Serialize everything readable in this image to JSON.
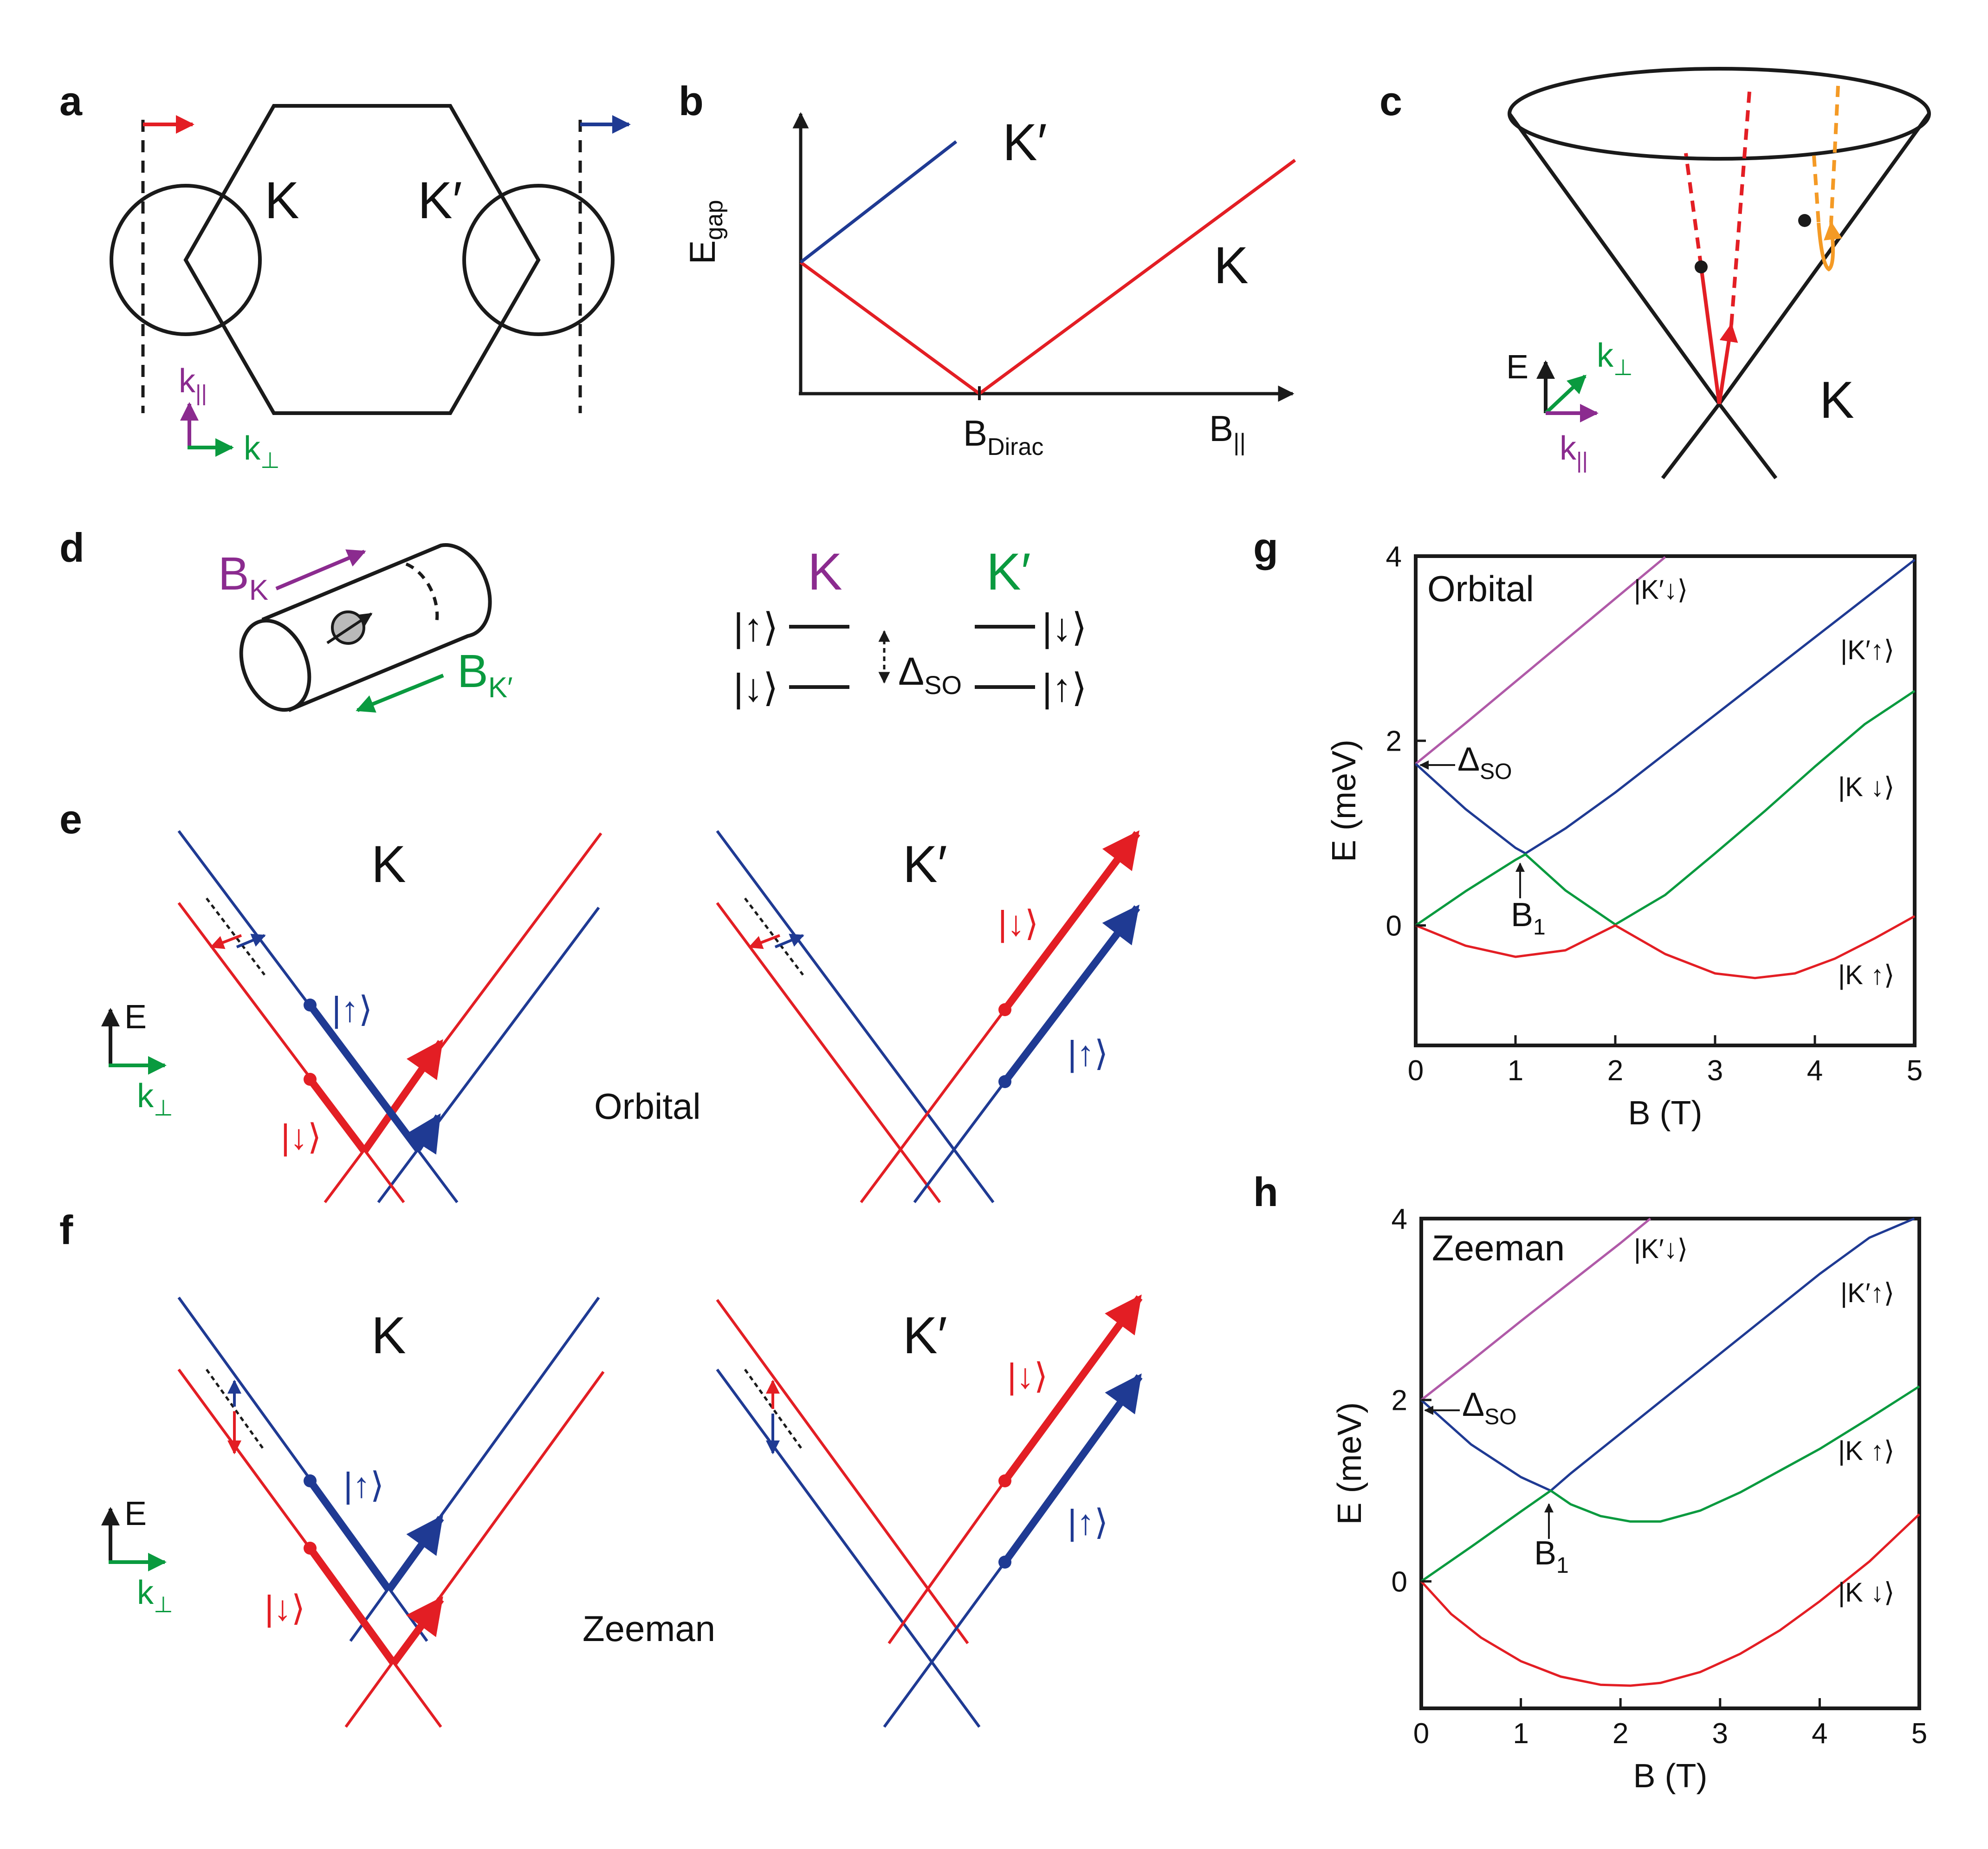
{
  "colors": {
    "red": "#e31e24",
    "blue": "#1f3a93",
    "green": "#0a9a3f",
    "purple": "#8b2b8f",
    "magenta": "#b05aa8",
    "orange": "#f49a25",
    "black": "#1a1a1a"
  },
  "panel_labels": {
    "a": "a",
    "b": "b",
    "c": "c",
    "d": "d",
    "e": "e",
    "f": "f",
    "g": "g",
    "h": "h"
  },
  "panel_a": {
    "valley_K": "K",
    "valley_Kp": "K′",
    "axis_par": {
      "base": "k",
      "sub": "||"
    },
    "axis_perp": {
      "base": "k",
      "sub": "⊥"
    }
  },
  "panel_b": {
    "ylabel": {
      "base": "E",
      "sub": "gap"
    },
    "xlabel": {
      "base": "B",
      "sub": "||"
    },
    "dirac": {
      "base": "B",
      "sub": "Dirac"
    },
    "line_Kp": "K′",
    "line_K": "K"
  },
  "panel_c": {
    "valley": "K",
    "axis_E": "E",
    "axis_perp": {
      "base": "k",
      "sub": "⊥"
    },
    "axis_par": {
      "base": "k",
      "sub": "||"
    }
  },
  "panel_d": {
    "BK": {
      "base": "B",
      "sub": "K"
    },
    "BKp": {
      "base": "B",
      "sub": "K′"
    },
    "valley_K": "K",
    "valley_Kp": "K′",
    "K_up": "|↑⟩",
    "K_down": "|↓⟩",
    "Kp_down": "|↓⟩",
    "Kp_up": "|↑⟩",
    "gap": {
      "base": "Δ",
      "sub": "SO"
    }
  },
  "panel_e": {
    "valley_K": "K",
    "valley_Kp": "K′",
    "mode": "Orbital",
    "K_up": "|↑⟩",
    "K_down": "|↓⟩",
    "Kp_down": "|↓⟩",
    "Kp_up": "|↑⟩",
    "axis_E": "E",
    "axis_perp": {
      "base": "k",
      "sub": "⊥"
    }
  },
  "panel_f": {
    "valley_K": "K",
    "valley_Kp": "K′",
    "mode": "Zeeman",
    "K_up": "|↑⟩",
    "K_down": "|↓⟩",
    "Kp_down": "|↓⟩",
    "Kp_up": "|↑⟩",
    "axis_E": "E",
    "axis_perp": {
      "base": "k",
      "sub": "⊥"
    }
  },
  "chart_data": [
    {
      "panel": "g",
      "type": "line",
      "title": "Orbital",
      "xlabel": "B (T)",
      "ylabel": "E (meV)",
      "xlim": [
        0,
        5
      ],
      "ylim": [
        -1.3,
        4
      ],
      "xticks": [
        "0",
        "1",
        "2",
        "3",
        "4",
        "5"
      ],
      "yticks": [
        "0",
        "2",
        "4"
      ],
      "annotations": {
        "delta": {
          "base": "Δ",
          "sub": "SO"
        },
        "b1": {
          "base": "B",
          "sub": "1"
        }
      },
      "series": [
        {
          "name": "|K′↓⟩",
          "color": "#b05aa8",
          "x": [
            0,
            0.5,
            1,
            1.5,
            2,
            2.5
          ],
          "y": [
            1.75,
            2.19,
            2.64,
            3.09,
            3.54,
            3.99
          ]
        },
        {
          "name": "|K′↑⟩",
          "color": "#1f3a93",
          "x": [
            0,
            0.5,
            1,
            1.1,
            1.5,
            2,
            2.5,
            3,
            3.5,
            4,
            4.5,
            5
          ],
          "y": [
            1.75,
            1.26,
            0.84,
            0.78,
            1.05,
            1.44,
            1.86,
            2.28,
            2.7,
            3.12,
            3.54,
            3.96
          ]
        },
        {
          "name": "|K ↓⟩",
          "color": "#0a9a3f",
          "x": [
            0,
            0.5,
            1,
            1.1,
            1.5,
            2,
            2.5,
            3,
            3.5,
            4,
            4.5,
            5
          ],
          "y": [
            0,
            0.37,
            0.71,
            0.77,
            0.38,
            0.01,
            0.33,
            0.78,
            1.24,
            1.72,
            2.18,
            2.54
          ]
        },
        {
          "name": "|K ↑⟩",
          "color": "#e31e24",
          "x": [
            0,
            0.5,
            1,
            1.5,
            2,
            2.5,
            3,
            3.4,
            3.8,
            4.2,
            4.6,
            5
          ],
          "y": [
            0,
            -0.22,
            -0.34,
            -0.27,
            0,
            -0.31,
            -0.52,
            -0.57,
            -0.52,
            -0.36,
            -0.14,
            0.1
          ]
        }
      ]
    },
    {
      "panel": "h",
      "type": "line",
      "title": "Zeeman",
      "xlabel": "B (T)",
      "ylabel": "E (meV)",
      "xlim": [
        0,
        5
      ],
      "ylim": [
        -1.4,
        4
      ],
      "xticks": [
        "0",
        "1",
        "2",
        "3",
        "4",
        "5"
      ],
      "yticks": [
        "0",
        "2",
        "4"
      ],
      "annotations": {
        "delta": {
          "base": "Δ",
          "sub": "SO"
        },
        "b1": {
          "base": "B",
          "sub": "1"
        }
      },
      "series": [
        {
          "name": "|K′↓⟩",
          "color": "#b05aa8",
          "x": [
            0,
            0.5,
            1,
            1.5,
            2,
            2.3
          ],
          "y": [
            2,
            2.43,
            2.87,
            3.3,
            3.73,
            4.0
          ]
        },
        {
          "name": "|K′↑⟩",
          "color": "#1f3a93",
          "x": [
            0,
            0.5,
            1,
            1.3,
            1.5,
            2,
            2.5,
            3,
            3.5,
            4,
            4.5,
            4.95
          ],
          "y": [
            2,
            1.51,
            1.15,
            1.0,
            1.19,
            1.63,
            2.07,
            2.51,
            2.95,
            3.39,
            3.79,
            4.0
          ]
        },
        {
          "name": "|K ↑⟩",
          "color": "#0a9a3f",
          "x": [
            0,
            0.5,
            1,
            1.3,
            1.5,
            1.8,
            2.1,
            2.4,
            2.8,
            3.2,
            3.6,
            4,
            4.5,
            5
          ],
          "y": [
            0,
            0.38,
            0.77,
            1.0,
            0.85,
            0.72,
            0.66,
            0.66,
            0.78,
            0.98,
            1.22,
            1.46,
            1.8,
            2.15
          ]
        },
        {
          "name": "|K ↓⟩",
          "color": "#e31e24",
          "x": [
            0,
            0.3,
            0.6,
            1,
            1.4,
            1.8,
            2.1,
            2.4,
            2.8,
            3.2,
            3.6,
            4,
            4.5,
            5
          ],
          "y": [
            0,
            -0.36,
            -0.62,
            -0.88,
            -1.05,
            -1.14,
            -1.15,
            -1.12,
            -1.0,
            -0.8,
            -0.54,
            -0.22,
            0.22,
            0.74
          ]
        }
      ]
    }
  ]
}
